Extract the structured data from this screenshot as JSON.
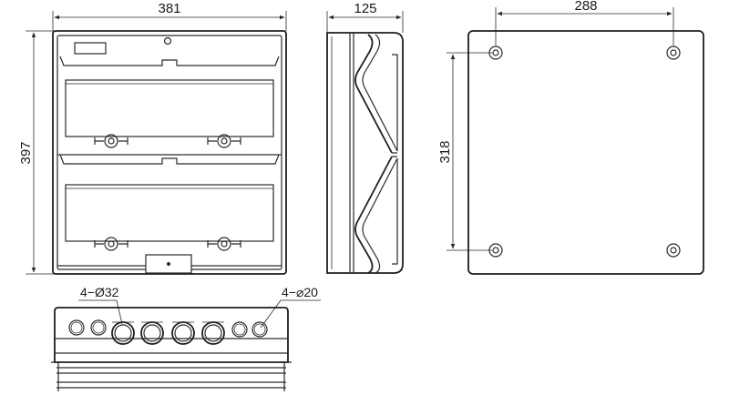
{
  "front_view": {
    "width_label": "381",
    "height_label": "397"
  },
  "side_view": {
    "depth_label": "125"
  },
  "back_view": {
    "hole_spacing_x_label": "288",
    "hole_spacing_y_label": "318"
  },
  "bottom_view": {
    "large_holes_label": "4−Ø32",
    "small_holes_label": "4−⌀20"
  },
  "colors": {
    "line": "#2a2a2a",
    "background": "#ffffff"
  }
}
